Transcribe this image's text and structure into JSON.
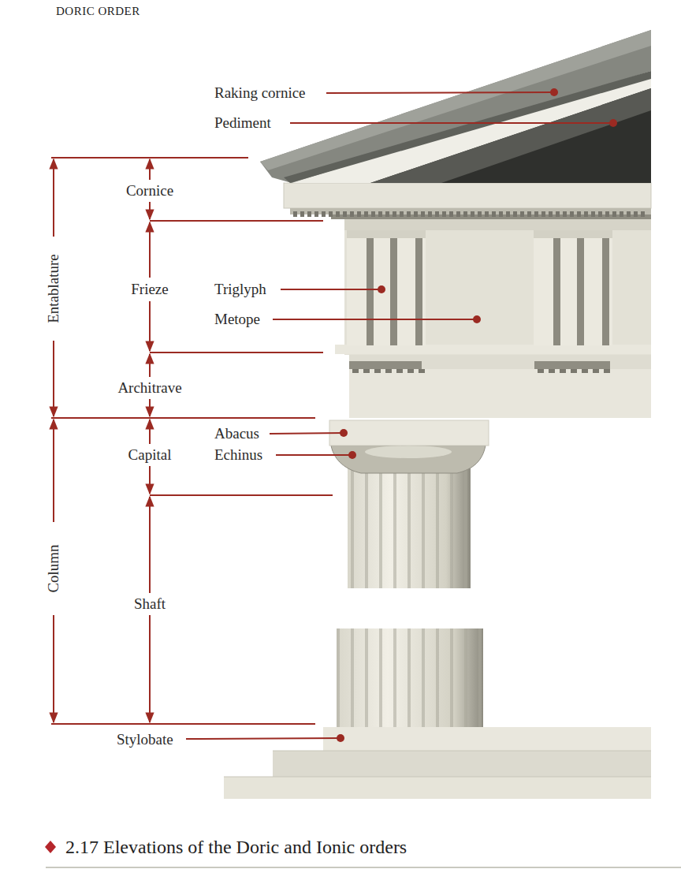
{
  "diagram": {
    "title": "DORIC ORDER",
    "caption": "2.17 Elevations of the Doric and Ionic orders",
    "labels": [
      "Raking cornice",
      "Pediment",
      "Cornice",
      "Entablature",
      "Frieze",
      "Triglyph",
      "Metope",
      "Architrave",
      "Abacus",
      "Capital",
      "Echinus",
      "Column",
      "Shaft",
      "Stylobate"
    ]
  }
}
